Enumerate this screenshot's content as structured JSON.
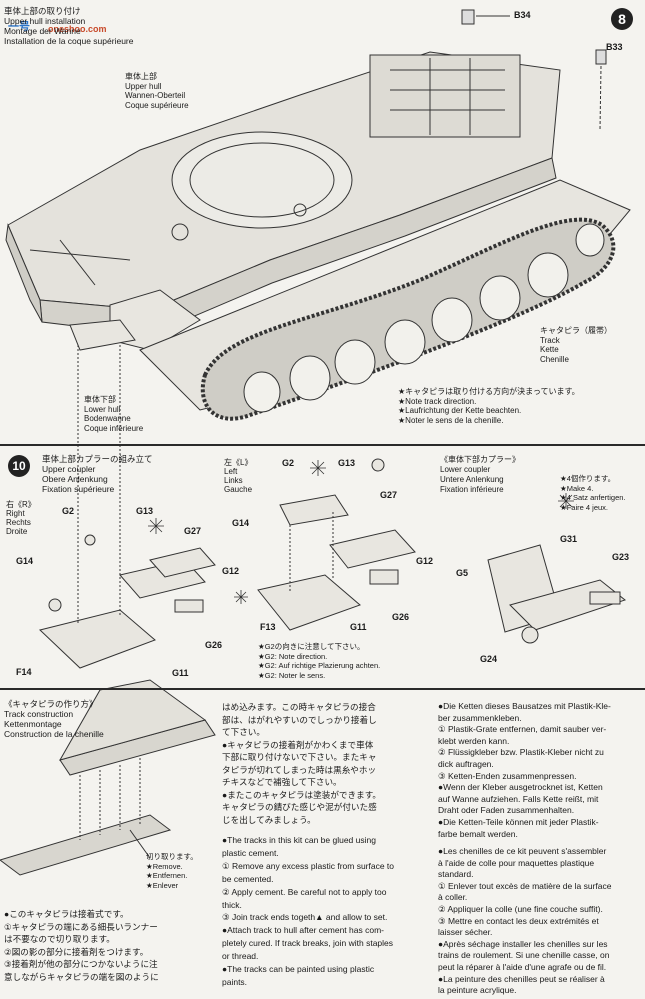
{
  "watermark": {
    "cn": "一号",
    "domain": "oneshoo.com"
  },
  "step8": {
    "number": "8",
    "title": [
      "車体上部の取り付け",
      "Upper hull installation",
      "Montage der Wanne",
      "Installation de la coque supérieure"
    ],
    "upper_hull_label": [
      "車体上部",
      "Upper hull",
      "Wannen-Oberteil",
      "Coque supérieure"
    ],
    "lower_hull_label": [
      "車体下部",
      "Lower hull",
      "Bodenwanne",
      "Coque inférieure"
    ],
    "track_label": [
      "キャタピラ（履帯）",
      "Track",
      "Kette",
      "Chenille"
    ],
    "note": [
      "★キャタピラは取り付ける方向が決まっています。",
      "★Note track direction.",
      "★Laufrichtung der Kette beachten.",
      "★Noter le sens de la chenille."
    ],
    "parts": {
      "b34": "B34",
      "b33": "B33"
    }
  },
  "step10": {
    "number": "10",
    "title": [
      "車体上部カプラーの組み立て",
      "Upper coupler",
      "Obere Anlenkung",
      "Fixation supérieure"
    ],
    "right": [
      "右《R》",
      "Right",
      "Rechts",
      "Droite"
    ],
    "left": [
      "左《L》",
      "Left",
      "Links",
      "Gauche"
    ],
    "lower": [
      "《車体下部カプラー》",
      "Lower coupler",
      "Untere Anlenkung",
      "Fixation inférieure"
    ],
    "make4": [
      "★4個作ります。",
      "★Make 4.",
      "★4 Satz anfertigen.",
      "★Faire 4 jeux."
    ],
    "g2_note": [
      "★G2の向きに注意して下さい。",
      "★G2: Note direction.",
      "★G2: Auf richtige Plazierung achten.",
      "★G2: Noter le sens."
    ],
    "parts": {
      "g2": "G2",
      "g13": "G13",
      "g14": "G14",
      "g27": "G27",
      "g12": "G12",
      "g26": "G26",
      "g11": "G11",
      "f14": "F14",
      "f13": "F13",
      "g31": "G31",
      "g23": "G23",
      "g5": "G5",
      "g24": "G24"
    }
  },
  "track_section": {
    "title": [
      "《キャタピラの作り方》",
      "Track construction",
      "Kettenmontage",
      "Construction de la chenille"
    ],
    "remove": [
      "切り取ります。",
      "★Remove.",
      "★Entfernen.",
      "★Enlever"
    ],
    "jp_left": [
      "●このキャタピラは接着式です。",
      "①キャタピラの端にある細長いランナー",
      "は不要なので切り取ります。",
      "②図の影の部分に接着剤をつけます。",
      "③接着剤が他の部分につかないように注",
      "意しながらキャタピラの端を図のように"
    ],
    "jp_mid": [
      "はめ込みます。この時キャタピラの接合",
      "部は、はがれやすいのでしっかり接着し",
      "て下さい。",
      "●キャタピラの接着剤がかわくまで車体",
      "下部に取り付けないで下さい。またキャ",
      "タピラが切れてしまった時は黒糸やホッ",
      "チキスなどで補強して下さい。",
      "●またこのキャタピラは塗装ができます。",
      "キャタピラの錆びた感じや泥が付いた感",
      "じを出してみましょう。"
    ],
    "en_mid": [
      "●The tracks in this kit can be glued using",
      "plastic cement.",
      "① Remove any excess plastic from surface to",
      "be cemented.",
      "② Apply cement. Be careful not to apply too",
      "thick.",
      "③ Join track ends togeth▲ and allow to set.",
      "●Attach track to hull after cement has com-",
      "pletely cured. If track breaks, join with staples",
      "or thread.",
      "●The tracks can be painted using plastic",
      "paints."
    ],
    "de_right": [
      "●Die Ketten dieses Bausatzes mit Plastik-Kle-",
      "ber zusammenkleben.",
      "① Plastik-Grate entfernen, damit sauber ver-",
      "klebt werden kann.",
      "② Flüssigkleber bzw. Plastik-Kleber nicht zu",
      "dick auftragen.",
      "③ Ketten-Enden zusammenpressen.",
      "●Wenn der Kleber ausgetrocknet ist, Ketten",
      "auf Wanne aufziehen. Falls Kette reißt, mit",
      "Draht oder Faden zusammenhalten.",
      "●Die Ketten-Teile können mit jeder Plastik-",
      "farbe bemalt werden."
    ],
    "fr_right": [
      "●Les chenilles de ce kit peuvent s'assembler",
      "à l'aide de colle pour maquettes plastique",
      "standard.",
      "① Enlever tout excès de matière de la surface",
      "à coller.",
      "② Appliquer la colle (une fine couche suffit).",
      "③ Mettre en contact les deux extrémités et",
      "laisser sécher.",
      "●Après séchage installer les chenilles sur les",
      "trains de roulement. Si une chenille casse, on",
      "peut la réparer à l'aide d'une agrafe ou de fil.",
      "●La peinture des chenilles peut se réaliser à",
      "la peinture acrylique."
    ]
  }
}
